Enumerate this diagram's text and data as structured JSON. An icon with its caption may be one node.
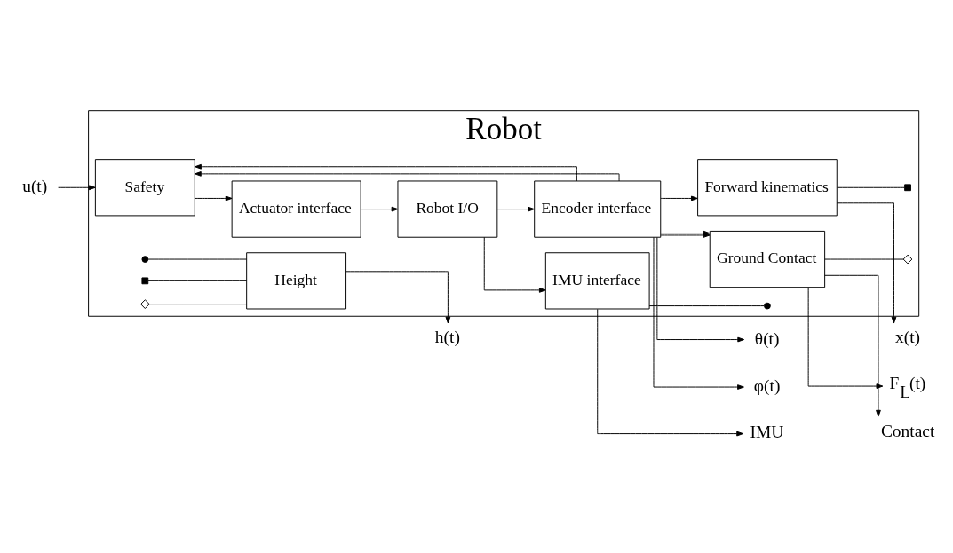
{
  "diagram": {
    "nodes": [
      {
        "text": [
          "Robot"
        ]
      },
      {
        "text": [
          "Safety"
        ],
        "in": 0
      },
      {
        "text": [
          "Actuator interface"
        ],
        "in": 0
      },
      {
        "text": [
          "Encoder interface"
        ],
        "in": 0
      },
      {
        "text": [
          "IMU interface"
        ],
        "in": 0
      },
      {
        "text": [
          "Robot I/O"
        ],
        "in": 0
      },
      {
        "text": [
          "Ground Contact"
        ],
        "in": 0
      },
      {
        "text": [
          "Forward kinematics"
        ],
        "in": 0
      },
      {
        "text": [
          "Height"
        ],
        "in": 0
      },
      {
        "text": [
          "u(t)"
        ]
      },
      {
        "text": [
          "IMU"
        ]
      },
      {
        "text": [
          "φ(t)"
        ]
      },
      {
        "text": [
          "θ(t)"
        ]
      },
      {
        "text": [
          "Contact"
        ]
      },
      {
        "text": [
          "F$_{L}$(t)"
        ]
      },
      {
        "text": [
          "x(t)"
        ]
      },
      {
        "text": [
          "h(t)"
        ]
      },
      {
        "text": [],
        "shape": "circle",
        "in": 0
      },
      {
        "text": [],
        "shape": "diamond",
        "in": 0
      },
      {
        "text": [],
        "shape": "box",
        "in": 0
      },
      {
        "text": [],
        "shape": "circle",
        "in": 0
      },
      {
        "text": [],
        "shape": "box",
        "in": 0
      },
      {
        "text": [],
        "shape": "diamond",
        "in": 0
      }
    ],
    "edges": [
      {
        "from": 9,
        "to": 1,
        "arrow": "to"
      },
      {
        "from": 1,
        "to": 2,
        "arrow": "to"
      },
      {
        "from": 2,
        "to": 5,
        "arrow": "to"
      },
      {
        "from": 5,
        "to": 3,
        "arrow": "to"
      },
      {
        "from": 5,
        "to": 4,
        "arrow": "to"
      },
      {
        "from": 4,
        "to": 10,
        "arrow": "to"
      },
      {
        "from": 3,
        "to": 1,
        "arrow": "to"
      },
      {
        "from": 3,
        "to": 11,
        "arrow": "to"
      },
      {
        "from": 3,
        "to": 6,
        "arrow": "to"
      },
      {
        "from": 3,
        "to": 1,
        "arrow": "to"
      },
      {
        "from": 3,
        "to": 12,
        "arrow": "to"
      },
      {
        "from": 3,
        "to": 6,
        "arrow": "to"
      },
      {
        "from": 3,
        "to": 7,
        "arrow": "to"
      },
      {
        "from": 6,
        "to": 13,
        "arrow": "to"
      },
      {
        "from": 6,
        "to": 14,
        "arrow": "to"
      },
      {
        "from": 7,
        "to": 15,
        "arrow": "to"
      },
      {
        "from": 8,
        "to": 16,
        "arrow": "to"
      },
      {
        "from": 4,
        "to": 17,
        "arrow": "none"
      },
      {
        "from": 6,
        "to": 18,
        "arrow": "none"
      },
      {
        "from": 7,
        "to": 19,
        "arrow": "none"
      },
      {
        "from": 20,
        "to": 8,
        "arrow": "none"
      },
      {
        "from": 21,
        "to": 8,
        "arrow": "none"
      },
      {
        "from": 22,
        "to": 8,
        "arrow": "none"
      }
    ]
  }
}
